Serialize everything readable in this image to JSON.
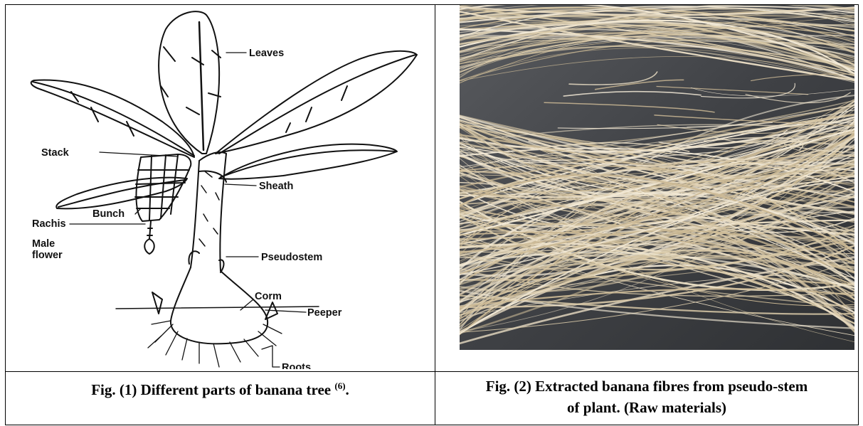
{
  "figure1": {
    "labels": {
      "leaves": "Leaves",
      "stack": "Stack",
      "sheath": "Sheath",
      "bunch": "Bunch",
      "rachis": "Rachis",
      "male_flower_1": "Male",
      "male_flower_2": "flower",
      "pseudostem": "Pseudostem",
      "corm": "Corm",
      "peeper": "Peeper",
      "roots": "Roots"
    },
    "caption": {
      "text": "Fig. (1) Different parts of banana tree ",
      "ref": "(6)",
      "end": "."
    }
  },
  "figure2": {
    "caption": {
      "line1": "Fig. (2) Extracted banana fibres from pseudo-stem",
      "line2": "of plant. (Raw materials)"
    }
  },
  "colors": {
    "fibre": "#e8dcc3",
    "fibre_dark": "#cbb995",
    "background_dark": "#3f4145"
  }
}
